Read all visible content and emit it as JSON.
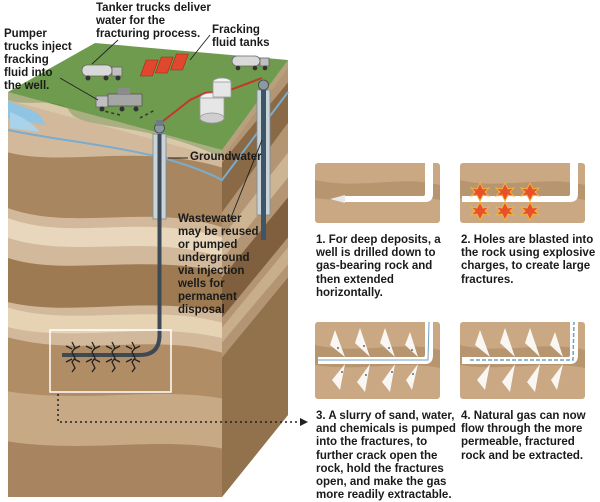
{
  "labels": {
    "pumper": "Pumper\ntrucks inject\nfracking\nfluid into\nthe well.",
    "tanker": "Tanker trucks deliver\nwater for the\nfracturing process.",
    "tanks": "Fracking\nfluid tanks",
    "groundwater": "Groundwater",
    "wastewater": "Wastewater\nmay be reused\nor pumped\nunderground\nvia injection\nwells for\npermanent\ndisposal"
  },
  "steps": [
    {
      "text": "1.  For deep deposits, a well is drilled down to gas-bearing rock and then extended horizontally."
    },
    {
      "text": "2. Holes are blasted into the rock using explosive charges, to create large fractures."
    },
    {
      "text": "3. A slurry of sand, water, and chemicals is pumped into the fractures, to further crack open the rock, hold the fractures open, and make the gas more readily extractable."
    },
    {
      "text": "4.  Natural gas can now flow through the more permeable, fractured rock and be extracted."
    }
  ]
}
